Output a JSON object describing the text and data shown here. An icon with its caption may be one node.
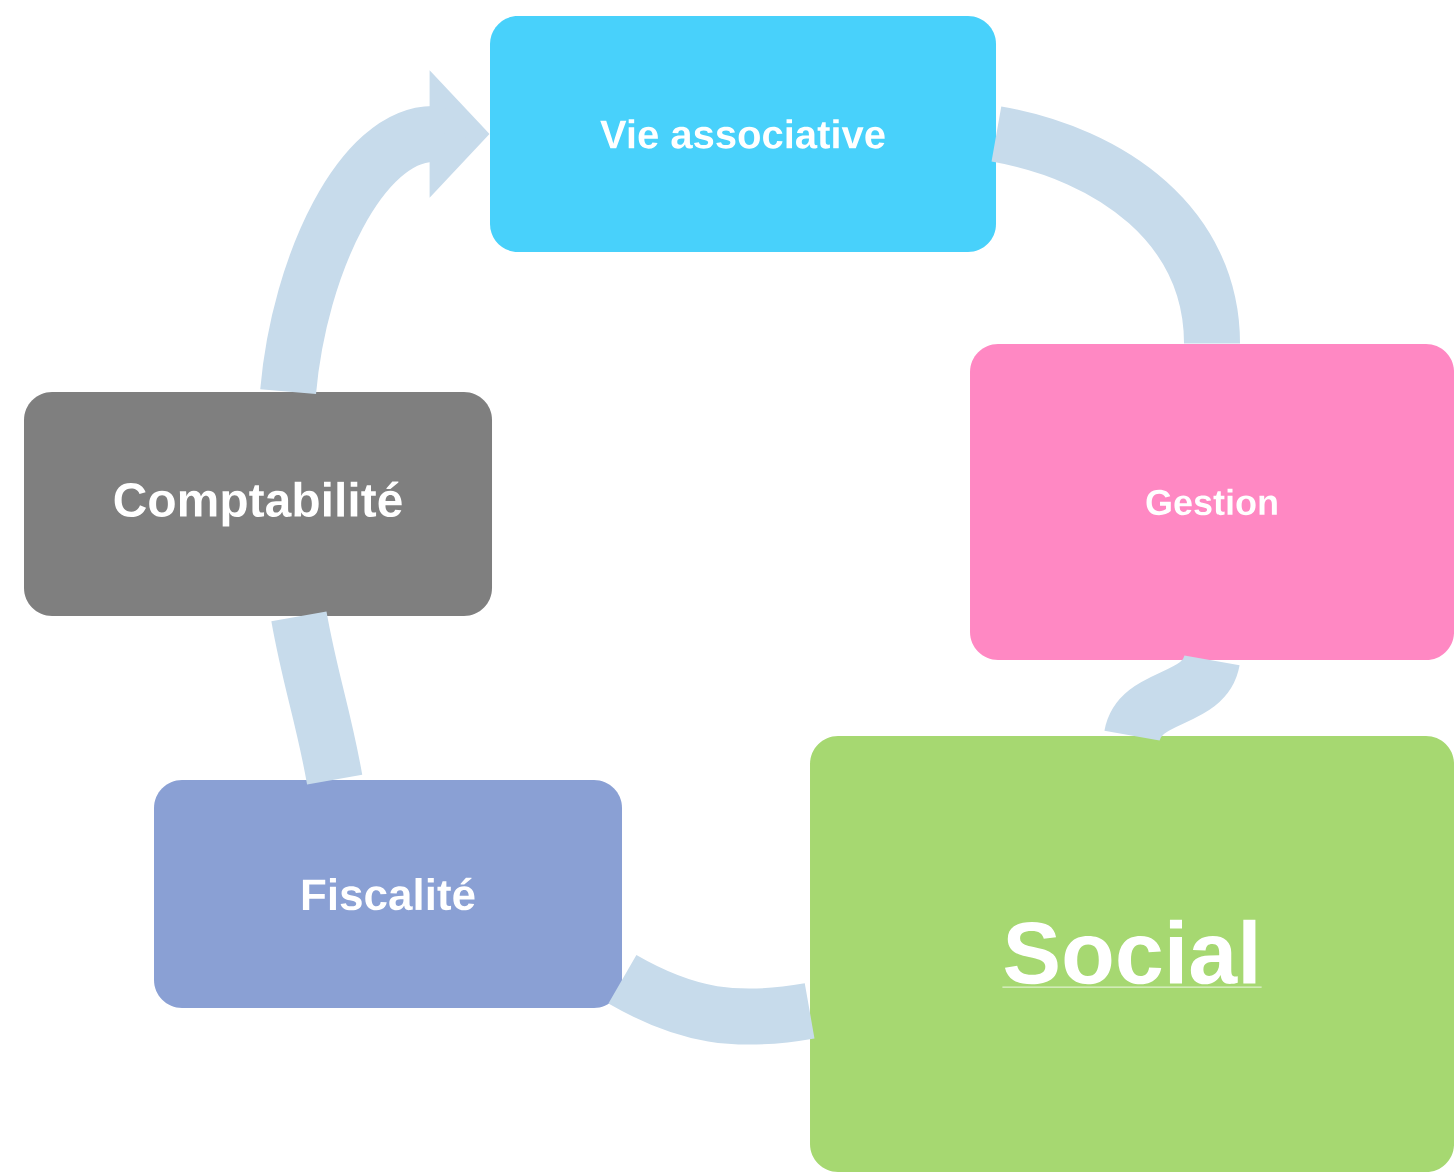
{
  "diagram": {
    "nodes": [
      {
        "text": [
          "Vie associative"
        ]
      },
      {
        "text": [
          "Gestion"
        ]
      },
      {
        "text": [
          "Social"
        ]
      },
      {
        "text": [
          "Fiscalité"
        ]
      },
      {
        "text": [
          "Comptabilité"
        ]
      }
    ],
    "edges": [
      {
        "from": 0,
        "to": 1,
        "arrow": "none"
      },
      {
        "from": 1,
        "to": 2,
        "arrow": "none"
      },
      {
        "from": 2,
        "to": 3,
        "arrow": "none"
      },
      {
        "from": 3,
        "to": 4,
        "arrow": "none"
      },
      {
        "from": 4,
        "to": 0,
        "arrow": "to"
      }
    ]
  }
}
